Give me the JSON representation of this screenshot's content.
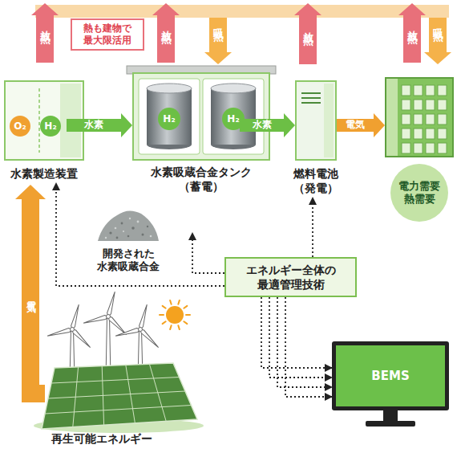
{
  "diagram": {
    "nodes": [
      {
        "text": [
          "熱も建物で 最大限活用"
        ]
      },
      {
        "text": [
          "水素製造装置"
        ]
      },
      {
        "text": [
          "O₂"
        ],
        "in": 1
      },
      {
        "text": [
          "H₂"
        ],
        "in": 1
      },
      {
        "text": [
          "水素吸蔵合金タンク （蓄電）"
        ]
      },
      {
        "text": [
          "H₂"
        ],
        "in": 4
      },
      {
        "text": [
          "H₂"
        ],
        "in": 4
      },
      {
        "text": [
          "燃料電池 （発電）"
        ]
      },
      {
        "text": [
          "電力需要 熱需要"
        ]
      },
      {
        "text": [
          "開発された 水素吸蔵合金"
        ]
      },
      {
        "text": [
          "エネルギー全体の 最適管理技術"
        ]
      },
      {
        "text": [
          "再生可能エネルギー"
        ]
      },
      {
        "text": [
          "BEMS"
        ]
      }
    ],
    "edges": [
      {
        "from": 1,
        "to": 4,
        "label": "水素",
        "arrow": "to"
      },
      {
        "from": 4,
        "to": 7,
        "label": "水素",
        "arrow": "to"
      },
      {
        "from": 7,
        "to": 8,
        "label": "電気",
        "arrow": "to"
      },
      {
        "from": 11,
        "to": 1,
        "label": "電気",
        "arrow": "to"
      },
      {
        "from": 10,
        "to": 1,
        "arrow": "to"
      },
      {
        "from": 10,
        "to": 4,
        "arrow": "to"
      },
      {
        "from": 10,
        "to": 7,
        "arrow": "to"
      },
      {
        "from": 10,
        "to": 12,
        "arrow": "to"
      },
      {
        "from": 10,
        "to": 12,
        "arrow": "to"
      },
      {
        "from": 10,
        "to": 12,
        "arrow": "to"
      },
      {
        "from": 10,
        "to": 12,
        "arrow": "to"
      }
    ],
    "labels": [
      "放熱",
      "放熱",
      "吸熱",
      "放熱",
      "放熱",
      "吸熱"
    ]
  }
}
